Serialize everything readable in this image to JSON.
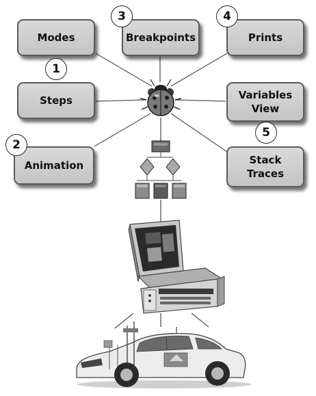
{
  "boxes": {
    "modes": "Modes",
    "breakpoints": "Breakpoints",
    "prints": "Prints",
    "steps": "Steps",
    "variables_view": "Variables\nView",
    "animation": "Animation",
    "stack_traces": "Stack\nTraces"
  },
  "badges": {
    "one": "1",
    "two": "2",
    "three": "3",
    "four": "4",
    "five": "5"
  },
  "icons": [
    "ladybug-icon",
    "flowchart-icon",
    "rugged-laptop-icon",
    "test-car-icon"
  ]
}
